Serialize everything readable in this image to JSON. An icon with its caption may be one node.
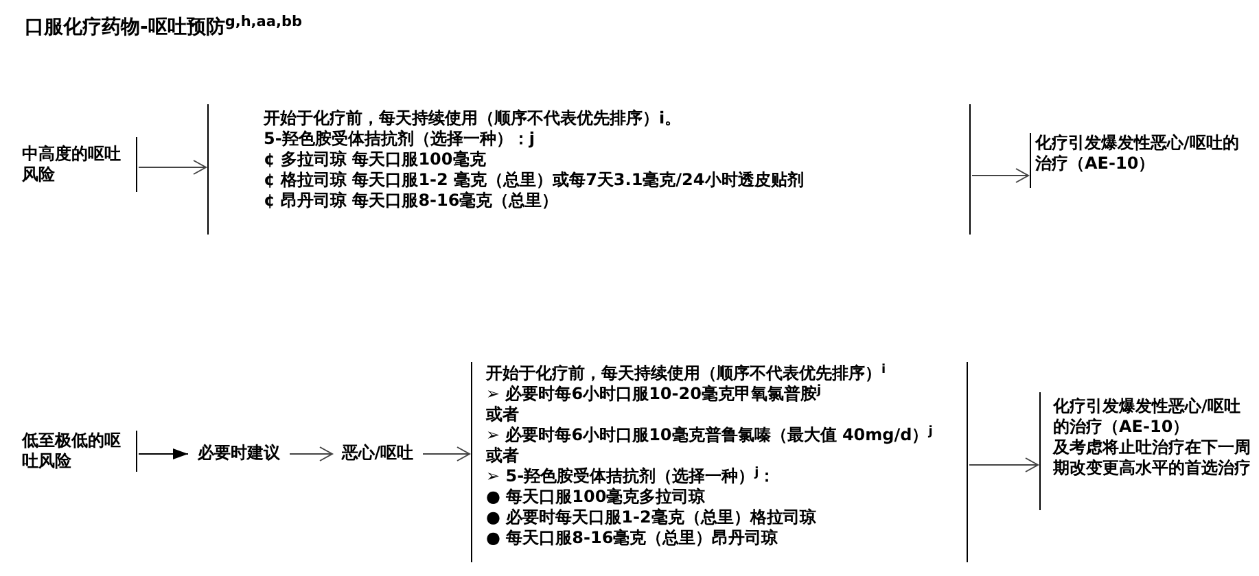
{
  "diagram": {
    "title": "口服化疗药物-呕吐预防$^{g,h,aa,bb}$",
    "nodes": [
      {
        "text": [
          "中高度的呕吐风险"
        ]
      },
      {
        "text": [
          "开始于化疗前，每天持续使用（顺序不代表优先排序）i。",
          "5-羟色胺受体拮抗剂（选择一种）：j",
          "¢ 多拉司琼 每天口服100毫克",
          "¢ 格拉司琼 每天口服1-2 毫克（总里）或每7天3.1毫克/24小时透皮贴剂",
          "¢ 昂丹司琼 每天口服8-16毫克（总里）"
        ]
      },
      {
        "text": [
          "化疗引发爆发性恶心/呕吐的治疗（AE-10）"
        ]
      },
      {
        "text": [
          "低至极低的呕吐风险"
        ]
      },
      {
        "text": [
          "必要时建议"
        ]
      },
      {
        "text": [
          "恶心/呕吐"
        ]
      },
      {
        "text": [
          "开始于化疗前，每天持续使用（顺序不代表优先排序）$^{i}$",
          "➢ 必要时每6小时口服10-20毫克甲氧氯普胺$^{j}$",
          "或者",
          "➢ 必要时每6小时口服10毫克普鲁氯嗪（最大值 40mg/d）$^{j}$",
          "或者",
          "➢ 5-羟色胺受体拮抗剂（选择一种）$^{j}$：",
          "● 每天口服100毫克多拉司琼",
          "● 必要时每天口服1-2毫克（总里）格拉司琼",
          "● 每天口服8-16毫克（总里）昂丹司琼"
        ]
      },
      {
        "text": [
          "化疗引发爆发性恶心/呕吐的治疗（AE-10）",
          "及考虑将止吐治疗在下一周期改变更高水平的首选治疗"
        ]
      }
    ],
    "edges": [
      {
        "from": 0,
        "to": 1,
        "arrow": "to"
      },
      {
        "from": 1,
        "to": 2,
        "arrow": "to"
      },
      {
        "from": 3,
        "to": 4,
        "arrow": "to"
      },
      {
        "from": 4,
        "to": 5,
        "arrow": "to"
      },
      {
        "from": 5,
        "to": 6,
        "arrow": "to"
      },
      {
        "from": 6,
        "to": 7,
        "arrow": "to"
      }
    ]
  }
}
